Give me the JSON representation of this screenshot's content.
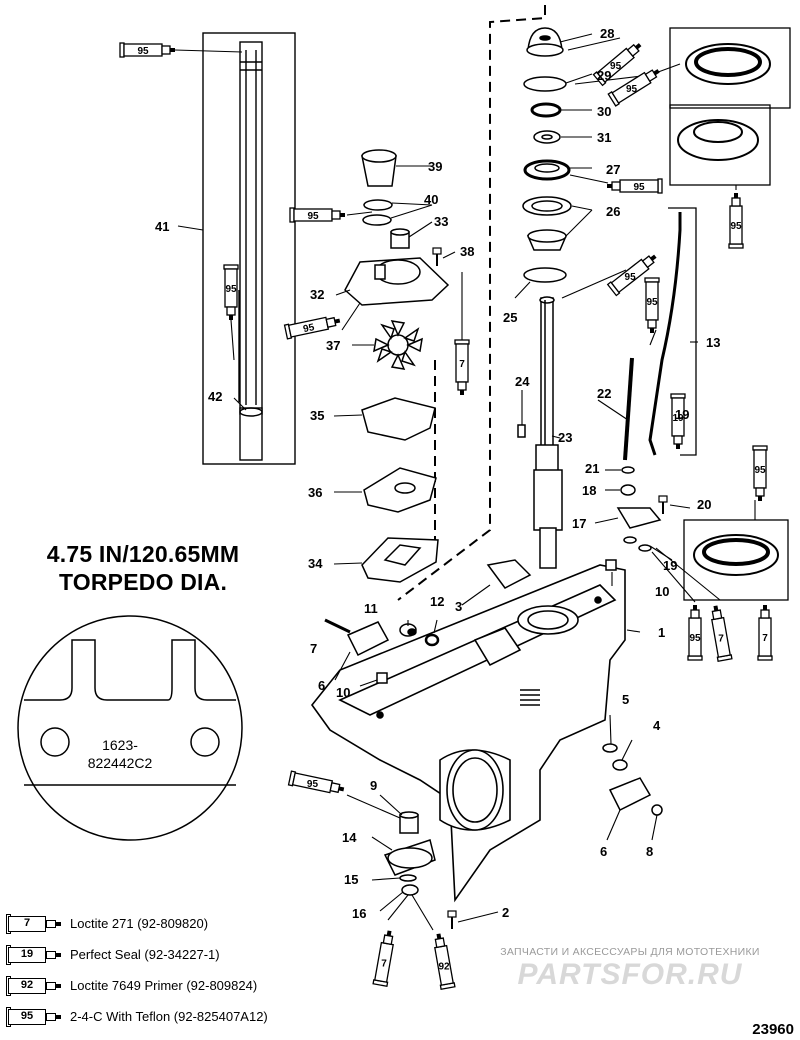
{
  "callouts": [
    {
      "id": "c1",
      "text": "1"
    },
    {
      "id": "c2",
      "text": "2"
    },
    {
      "id": "c3",
      "text": "3"
    },
    {
      "id": "c4",
      "text": "4"
    },
    {
      "id": "c5",
      "text": "5"
    },
    {
      "id": "c6a",
      "text": "6"
    },
    {
      "id": "c6b",
      "text": "6"
    },
    {
      "id": "c7",
      "text": "7"
    },
    {
      "id": "c8",
      "text": "8"
    },
    {
      "id": "c9",
      "text": "9"
    },
    {
      "id": "c10a",
      "text": "10"
    },
    {
      "id": "c10b",
      "text": "10"
    },
    {
      "id": "c11",
      "text": "11"
    },
    {
      "id": "c12",
      "text": "12"
    },
    {
      "id": "c13",
      "text": "13"
    },
    {
      "id": "c14",
      "text": "14"
    },
    {
      "id": "c15",
      "text": "15"
    },
    {
      "id": "c16",
      "text": "16"
    },
    {
      "id": "c17",
      "text": "17"
    },
    {
      "id": "c18",
      "text": "18"
    },
    {
      "id": "c19a",
      "text": "19"
    },
    {
      "id": "c19b",
      "text": "19"
    },
    {
      "id": "c20",
      "text": "20"
    },
    {
      "id": "c21",
      "text": "21"
    },
    {
      "id": "c22",
      "text": "22"
    },
    {
      "id": "c23",
      "text": "23"
    },
    {
      "id": "c24",
      "text": "24"
    },
    {
      "id": "c25",
      "text": "25"
    },
    {
      "id": "c26",
      "text": "26"
    },
    {
      "id": "c27",
      "text": "27"
    },
    {
      "id": "c28",
      "text": "28"
    },
    {
      "id": "c29",
      "text": "29"
    },
    {
      "id": "c30",
      "text": "30"
    },
    {
      "id": "c31",
      "text": "31"
    },
    {
      "id": "c32",
      "text": "32"
    },
    {
      "id": "c33",
      "text": "33"
    },
    {
      "id": "c34",
      "text": "34"
    },
    {
      "id": "c35",
      "text": "35"
    },
    {
      "id": "c36",
      "text": "36"
    },
    {
      "id": "c37",
      "text": "37"
    },
    {
      "id": "c38",
      "text": "38"
    },
    {
      "id": "c39",
      "text": "39"
    },
    {
      "id": "c40",
      "text": "40"
    },
    {
      "id": "c41",
      "text": "41"
    },
    {
      "id": "c42",
      "text": "42"
    }
  ],
  "tube_labels": {
    "t95": "95",
    "t7": "7",
    "t19": "19",
    "t92": "92"
  },
  "torpedo": {
    "line1": "4.75 IN/120.65MM",
    "line2": "TORPEDO DIA."
  },
  "casting_number": {
    "line1": "1623-",
    "line2": "822442C2"
  },
  "legend": [
    {
      "code": "7",
      "text": "Loctite 271 (92-809820)"
    },
    {
      "code": "19",
      "text": "Perfect Seal (92-34227-1)"
    },
    {
      "code": "92",
      "text": "Loctite 7649 Primer (92-809824)"
    },
    {
      "code": "95",
      "text": "2-4-C  With Teflon (92-825407A12)"
    }
  ],
  "watermark": {
    "line1": "ЗАПЧАСТИ И АКСЕССУАРЫ ДЛЯ МОТОТЕХНИКИ",
    "line2": "PARTSFOR.RU"
  },
  "figure_number": "23960",
  "icons": [
    "lubricant-tube-icon",
    "bearing-icon",
    "seal-icon",
    "bolt-icon",
    "nut-icon",
    "gear-icon",
    "impeller-icon"
  ]
}
